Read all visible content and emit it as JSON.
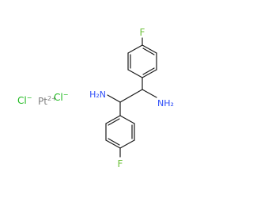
{
  "molecule": {
    "ions": {
      "chloride_1": {
        "symbol": "Cl",
        "charge": "−"
      },
      "platinum": {
        "symbol": "Pt",
        "charge": "2+"
      },
      "chloride_2": {
        "symbol": "Cl",
        "charge": "−"
      }
    },
    "atoms": {
      "fluorine_top": "F",
      "fluorine_bottom": "F",
      "amine_left": "H₂N",
      "amine_right": "NH₂"
    },
    "colors": {
      "carbon_bond": "#1a1a1a",
      "nitrogen": "#3050f8",
      "fluorine": "#6fc23c",
      "chlorine": "#1fba1f",
      "platinum": "#7f7f7f"
    }
  }
}
